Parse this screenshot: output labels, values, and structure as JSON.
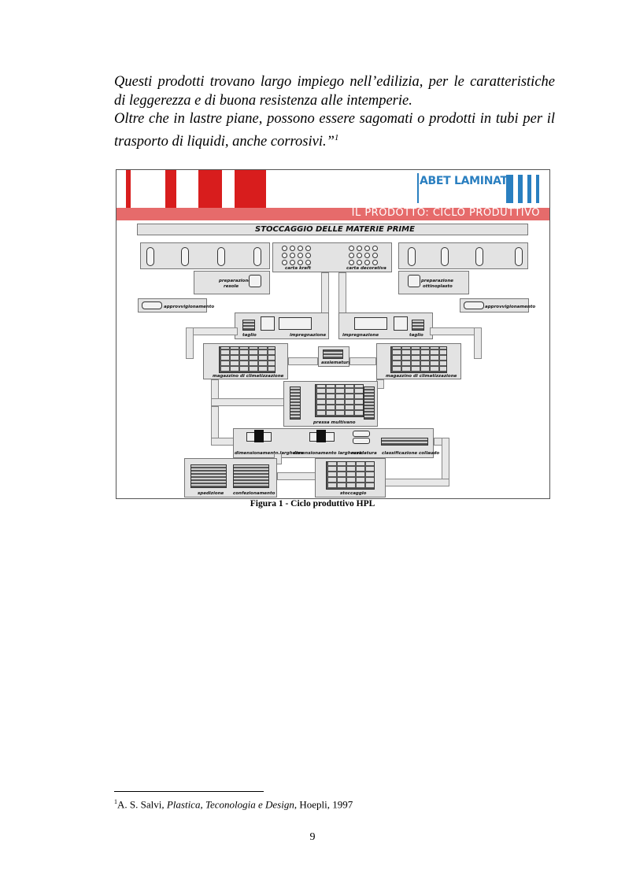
{
  "paragraph": {
    "lines": [
      "Questi prodotti trovano largo impiego nell’edilizia, per le caratteristiche",
      "di leggerezza e di buona resistenza alle intemperie.",
      "Oltre che in lastre piane, possono essere sagomati o prodotti in tubi per il",
      "trasporto di liquidi, anche corrosivi.”"
    ],
    "footnote_ref": "1"
  },
  "figure": {
    "logo": "ABET LAMINATI",
    "banner": "IL PRODOTTO: CICLO PRODUTTIVO",
    "header": "STOCCAGGIO DELLE MATERIE PRIME",
    "labels": {
      "carta_kraft": "carta kraft",
      "carta_decorativa": "carta decorativa",
      "preparazione_resole_1": "preparazione",
      "preparazione_resole_2": "resole",
      "preparazione_melamina_1": "preparazione",
      "preparazione_melamina_2": "ottinoplasto",
      "approv_left": "approvvigionamento",
      "approv_right": "approvvigionamento",
      "taglio_left": "taglio",
      "impregnazione_left": "impregnazione",
      "impregnazione_right": "impregnazione",
      "taglio_right": "taglio",
      "assiematura": "assiematura",
      "magazzino_left": "magazzino di climatizzazione",
      "magazzino_right": "magazzino di climatizzazione",
      "pressa": "pressa multivano",
      "dim_lunghezza_1": "dimensionamento larghezza",
      "dim_lunghezza_2": "dimensionamento larghezza",
      "ruvidatura": "ruvidatura",
      "classificazione": "classificazione collaudo",
      "spedizione": "spedizione",
      "confezionamento": "confezionamento",
      "stoccaggio": "stoccaggio"
    },
    "colors": {
      "red": "#d81d1d",
      "band": "#e66b6b",
      "logo_blue": "#2a7fc0"
    }
  },
  "caption": "Figura 1 - Ciclo produttivo HPL",
  "footnote": {
    "number": "1",
    "author": "A. S. Salvi, ",
    "title": "Plastica, Teconologia e Design",
    "rest": ", Hoepli, 1997"
  },
  "page_number": "9"
}
